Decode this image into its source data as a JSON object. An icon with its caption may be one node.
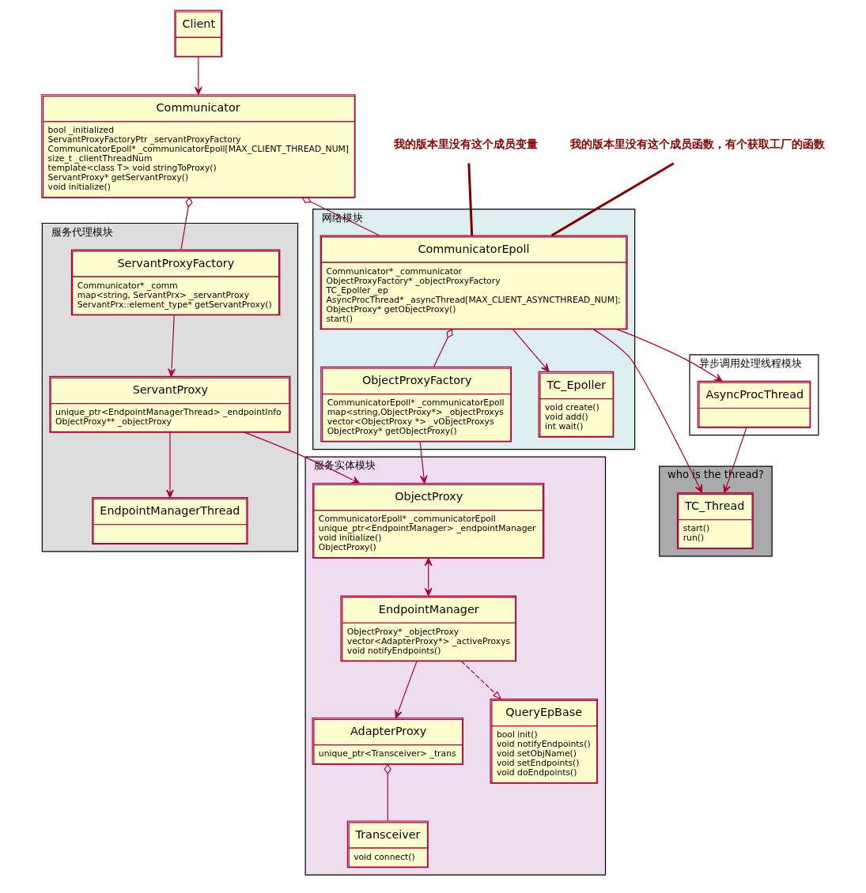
{
  "diagram": {
    "nodes": [
      {
        "text": [
          "Client"
        ]
      },
      {
        "text": [
          "Communicator",
          "bool _initialized",
          "ServantProxyFactoryPtr _servantProxyFactory",
          "CommunicatorEpoll* _communicatorEpoll[MAX_CLIENT_THREAD_NUM]",
          "size_t _clientThreadNum",
          "template<class T> void stringToProxy()",
          "ServantProxy* getServantProxy()",
          "void initialize()"
        ]
      },
      {
        "text": [
          "服务代理模块"
        ]
      },
      {
        "text": [
          "ServantProxyFactory",
          "Communicator* _comm",
          "map<string, ServantPrx> _servantProxy",
          "ServantPrx::element_type* getServantProxy()"
        ],
        "in": 2
      },
      {
        "text": [
          "ServantProxy",
          "unique_ptr<EndpointManagerThread> _endpointInfo",
          "ObjectProxy** _objectProxy"
        ],
        "in": 2
      },
      {
        "text": [
          "EndpointManagerThread"
        ],
        "in": 2
      },
      {
        "text": [
          "网络模块"
        ]
      },
      {
        "text": [
          "CommunicatorEpoll",
          "Communicator* _communicator",
          "ObjectProxyFactory* _objectProxyFactory",
          "TC_Epoller _ep",
          "AsyncProcThread* _asyncThread[MAX_CLIENT_ASYNCTHREAD_NUM];",
          "ObjectProxy* getObjectProxy()",
          "start()"
        ],
        "in": 6
      },
      {
        "text": [
          "ObjectProxyFactory",
          "CommunicatorEpoll* _communicatorEpoll",
          "map<string,ObjectProxy*> _objectProxys",
          "vector<ObjectProxy *> _vObjectProxys",
          "ObjectProxy* getObjectProxy()"
        ],
        "in": 6
      },
      {
        "text": [
          "TC_Epoller",
          "void create()",
          "void add()",
          "int wait()"
        ],
        "in": 6
      },
      {
        "text": [
          "who is the thread?"
        ]
      },
      {
        "text": [
          "TC_Thread",
          "start()",
          "run()"
        ],
        "in": 10
      },
      {
        "text": [
          "服务实体模块"
        ]
      },
      {
        "text": [
          "ObjectProxy",
          "CommunicatorEpoll* _communicatorEpoll",
          "unique_ptr<EndpointManager> _endpointManager",
          "void initialize()",
          "ObjectProxy()"
        ],
        "in": 12
      },
      {
        "text": [
          "EndpointManager",
          "ObjectProxy* _objectProxy",
          "vector<AdapterProxy*> _activeProxys",
          "void notifyEndpoints()"
        ],
        "in": 12
      },
      {
        "text": [
          "AdapterProxy",
          "unique_ptr<Transceiver> _trans"
        ],
        "in": 12
      },
      {
        "text": [
          "QueryEpBase",
          "bool init()",
          "void notifyEndpoints()",
          "void setObjName()",
          "void setEndpoints()",
          "void doEndpoints()"
        ],
        "in": 12
      },
      {
        "text": [
          "Transceiver",
          "void connect()"
        ],
        "in": 12
      },
      {
        "text": [
          "异步调用处理线程模块"
        ]
      },
      {
        "text": [
          "AsyncProcThread"
        ],
        "in": 18
      },
      {
        "text": [
          "我的版本里没有这个成员变量"
        ]
      },
      {
        "text": [
          "我的版本里没有这个成员函数，有个获取工厂的函数"
        ]
      }
    ],
    "edges": [
      {
        "from": 0,
        "to": 1,
        "arrow": "to"
      },
      {
        "from": 1,
        "to": 3,
        "arrow": "other"
      },
      {
        "from": 1,
        "to": 7,
        "arrow": "other"
      },
      {
        "from": 3,
        "to": 4,
        "arrow": "to"
      },
      {
        "from": 4,
        "to": 5,
        "arrow": "to"
      },
      {
        "from": 4,
        "to": 13,
        "arrow": "to"
      },
      {
        "from": 7,
        "to": 8,
        "arrow": "other"
      },
      {
        "from": 7,
        "to": 9,
        "arrow": "to"
      },
      {
        "from": 7,
        "to": 11,
        "arrow": "to"
      },
      {
        "from": 7,
        "to": 19,
        "arrow": "to"
      },
      {
        "from": 8,
        "to": 13,
        "arrow": "to"
      },
      {
        "from": 13,
        "to": 14,
        "arrow": "both"
      },
      {
        "from": 14,
        "to": 15,
        "arrow": "to"
      },
      {
        "from": 14,
        "to": 16,
        "arrow": "to",
        "style": "dashed"
      },
      {
        "from": 15,
        "to": 17,
        "arrow": "other"
      },
      {
        "from": 19,
        "to": 11,
        "arrow": "to"
      },
      {
        "from": 20,
        "to": 7,
        "arrow": "none",
        "style": "thick",
        "color": "#800000"
      },
      {
        "from": 21,
        "to": 7,
        "arrow": "none",
        "style": "thick",
        "color": "#800000"
      }
    ]
  }
}
